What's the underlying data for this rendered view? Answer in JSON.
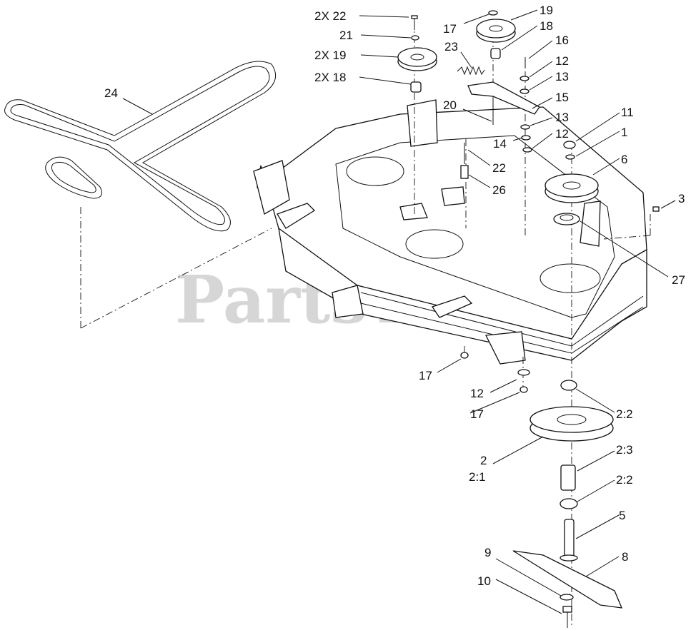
{
  "watermark": "PartsTree",
  "callouts": {
    "c22a": "2X 22",
    "c21": "21",
    "c19a": "2X 19",
    "c18a": "2X 18",
    "c17a": "17",
    "c19b": "19",
    "c18b": "18",
    "c23": "23",
    "c16": "16",
    "c12a": "12",
    "c13a": "13",
    "c15": "15",
    "c20": "20",
    "c13b": "13",
    "c14": "14",
    "c12b": "12",
    "c11": "11",
    "c1": "1",
    "c6": "6",
    "c22b": "22",
    "c26": "26",
    "c3": "3",
    "c24": "24",
    "c27": "27",
    "c17b": "17",
    "c12c": "12",
    "c17c": "17",
    "c22_2a": "2:2",
    "c2": "2",
    "c2_1": "2:1",
    "c2_3": "2:3",
    "c22_2b": "2:2",
    "c5": "5",
    "c9": "9",
    "c8": "8",
    "c10": "10"
  }
}
